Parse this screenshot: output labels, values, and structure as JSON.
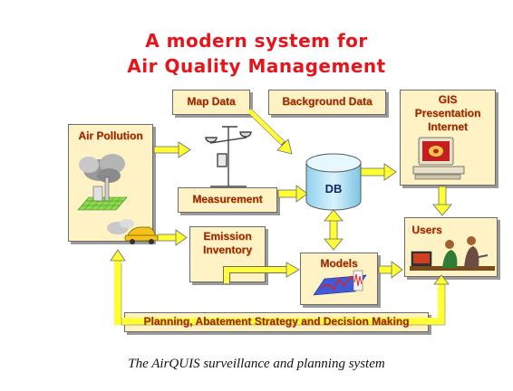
{
  "title": {
    "line1": "A modern system for",
    "line2": "Air Quality Management"
  },
  "nodes": {
    "map_data": "Map Data",
    "background_data": "Background Data",
    "gis_line1": "GIS",
    "gis_line2": "Presentation",
    "gis_line3": "Internet",
    "air_pollution": "Air Pollution",
    "measurement": "Measurement",
    "db": "DB",
    "emission_line1": "Emission",
    "emission_line2": "Inventory",
    "users": "Users",
    "models": "Models",
    "planning": "Planning, Abatement Strategy and Decision Making"
  },
  "caption": "The AirQUIS surveillance and planning system",
  "colors": {
    "title": "#e8141c",
    "box_fill": "#fff2c4",
    "arrow_fill": "#ffff33",
    "label_text": "#9a2a00",
    "db_fill": "#bfe7f7"
  }
}
